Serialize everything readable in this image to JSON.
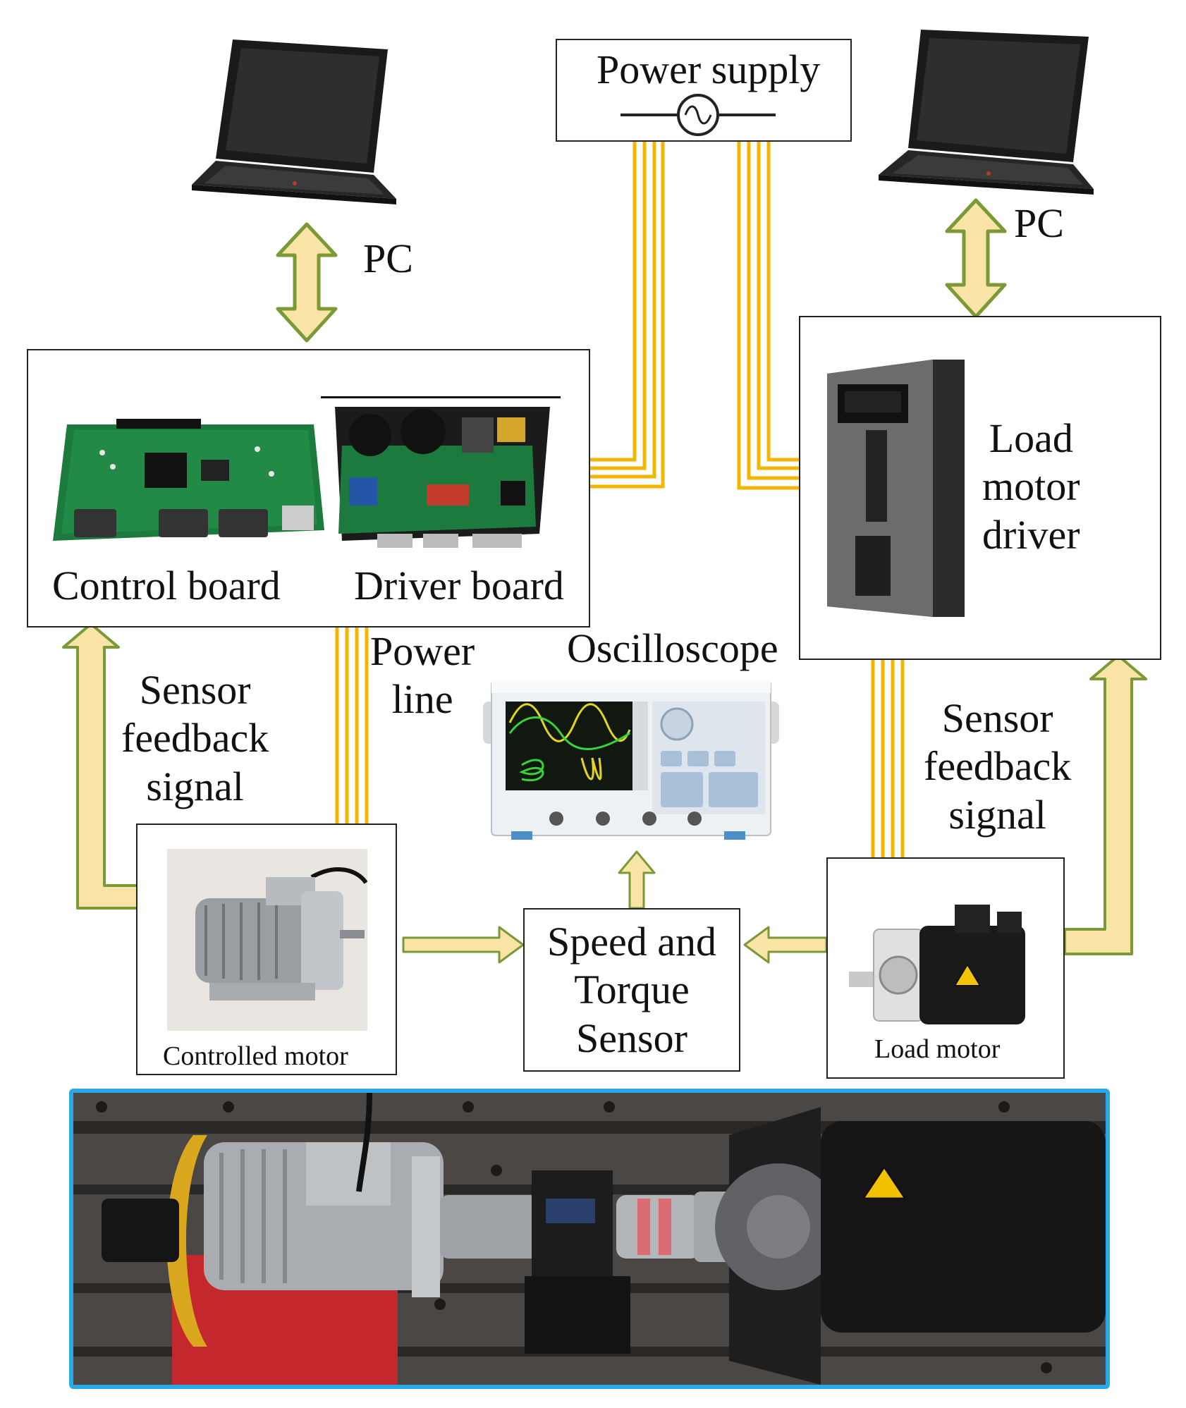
{
  "labels": {
    "power_supply": "Power supply",
    "pc_left": "PC",
    "pc_right": "PC",
    "control_board": "Control board",
    "driver_board": "Driver board",
    "load_motor_driver": "Load\nmotor\ndriver",
    "power_line": "Power\nline",
    "oscilloscope": "Oscilloscope",
    "sensor_feedback_left": "Sensor\nfeedback\nsignal",
    "sensor_feedback_right": "Sensor\nfeedback\nsignal",
    "controlled_motor": "Controlled motor",
    "load_motor": "Load motor",
    "speed_torque_sensor": "Speed and\nTorque\nSensor"
  },
  "colors": {
    "arrow_fill": "#f9e3a6",
    "arrow_stroke": "#7a9a36",
    "wire": "#f2b600",
    "photo_frame": "#29a9e6",
    "pcb_green": "#1d7a3e"
  },
  "icons": {
    "laptop_left": "laptop-icon",
    "laptop_right": "laptop-icon",
    "ac_source": "ac-source-icon",
    "control_board_image": "pcb-image",
    "driver_board_image": "pcb-image",
    "servo_driver_image": "servo-driver-image",
    "oscilloscope_image": "oscilloscope-image",
    "controlled_motor_image": "motor-image",
    "load_motor_image": "servo-motor-image",
    "test_bench_photo": "test-bench-photo"
  }
}
